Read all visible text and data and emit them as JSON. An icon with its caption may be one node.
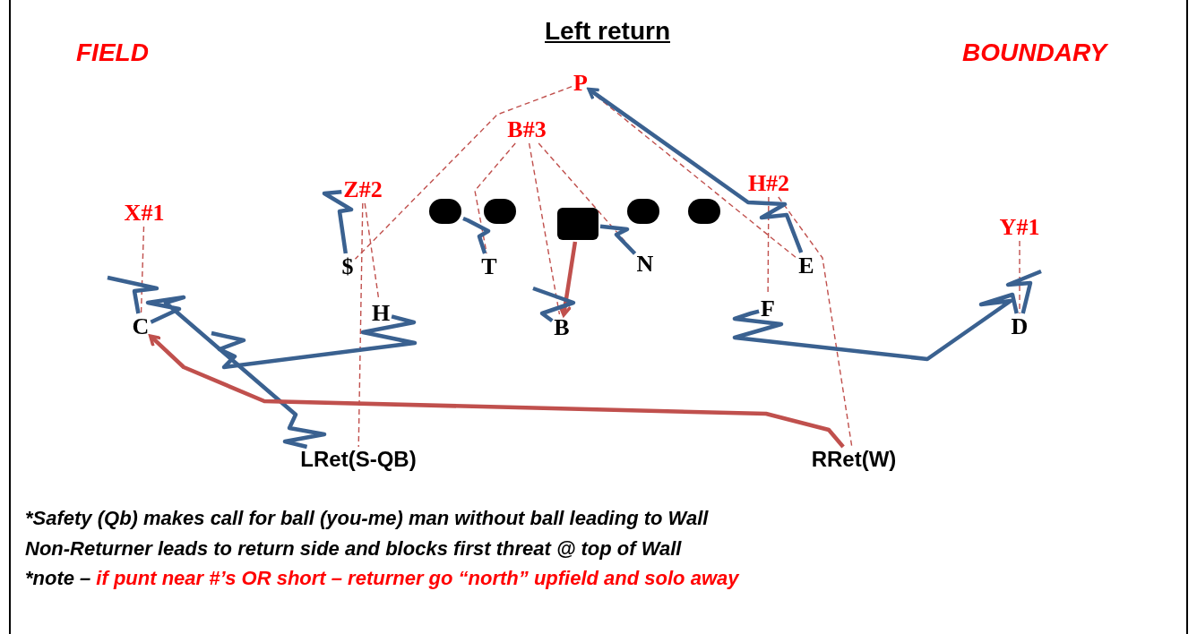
{
  "diagram": {
    "title": "Left return",
    "nodes": [
      {
        "text": [
          "P"
        ]
      },
      {
        "text": [
          "B#3"
        ]
      },
      {
        "text": [
          "Z#2"
        ]
      },
      {
        "text": [
          "X#1"
        ]
      },
      {
        "text": [
          "H#2"
        ]
      },
      {
        "text": [
          "Y#1"
        ]
      },
      {
        "text": [
          "C"
        ]
      },
      {
        "text": [
          "$"
        ]
      },
      {
        "text": [
          "H"
        ]
      },
      {
        "text": [
          "T"
        ]
      },
      {
        "text": [
          "B"
        ]
      },
      {
        "text": [
          "N"
        ]
      },
      {
        "text": [
          "E"
        ]
      },
      {
        "text": [
          "F"
        ]
      },
      {
        "text": [
          "D"
        ]
      },
      {
        "text": [
          "LRet(S-QB)"
        ]
      },
      {
        "text": [
          "RRet(W)"
        ]
      },
      {
        "text": [],
        "shape": "circle"
      },
      {
        "text": [],
        "shape": "circle"
      },
      {
        "text": [],
        "shape": "circle"
      },
      {
        "text": [],
        "shape": "circle"
      },
      {
        "text": [],
        "shape": "box"
      }
    ],
    "edges": [
      {
        "from": 0,
        "to": 7,
        "arrow": "none",
        "style": "dashed"
      },
      {
        "from": 0,
        "to": 12,
        "arrow": "none",
        "style": "dashed"
      },
      {
        "from": 1,
        "to": 9,
        "arrow": "none",
        "style": "dashed"
      },
      {
        "from": 1,
        "to": 10,
        "arrow": "none",
        "style": "dashed"
      },
      {
        "from": 1,
        "to": 11,
        "arrow": "none",
        "style": "dashed"
      },
      {
        "from": 2,
        "to": 8,
        "arrow": "none",
        "style": "dashed"
      },
      {
        "from": 2,
        "to": 15,
        "arrow": "none",
        "style": "dashed"
      },
      {
        "from": 3,
        "to": 6,
        "arrow": "none",
        "style": "dashed"
      },
      {
        "from": 4,
        "to": 13,
        "arrow": "none",
        "style": "dashed"
      },
      {
        "from": 4,
        "to": 16,
        "arrow": "none",
        "style": "dashed"
      },
      {
        "from": 5,
        "to": 14,
        "arrow": "none",
        "style": "dashed"
      },
      {
        "from": 12,
        "to": 0,
        "arrow": "to",
        "color": "#3a6190"
      },
      {
        "from": 15,
        "to": 6,
        "arrow": "none",
        "color": "#3a6190"
      },
      {
        "from": 8,
        "to": null,
        "arrow": "none",
        "color": "#3a6190"
      },
      {
        "from": 13,
        "to": 14,
        "arrow": "none",
        "color": "#3a6190"
      },
      {
        "from": 21,
        "to": 10,
        "arrow": "to"
      },
      {
        "from": 16,
        "to": 6,
        "arrow": "to"
      },
      {
        "from": 2,
        "to": 7,
        "arrow": "none",
        "color": "#3a6190"
      },
      {
        "from": 17,
        "to": 9,
        "arrow": "none",
        "color": "#3a6190"
      },
      {
        "from": 21,
        "to": 11,
        "arrow": "none",
        "color": "#3a6190"
      },
      {
        "from": null,
        "to": 10,
        "arrow": "none",
        "color": "#3a6190"
      },
      {
        "from": null,
        "to": 6,
        "arrow": "none",
        "color": "#3a6190"
      },
      {
        "from": null,
        "to": 14,
        "arrow": "none",
        "color": "#3a6190"
      }
    ],
    "labels": [
      "FIELD",
      "BOUNDARY",
      "*Safety (Qb) makes call for ball (you-me) man without ball leading to Wall",
      "Non-Returner leads to return side and blocks first threat @ top of Wall",
      "*note –",
      "if punt near #’s OR short – returner go “north” upfield and solo away"
    ]
  }
}
